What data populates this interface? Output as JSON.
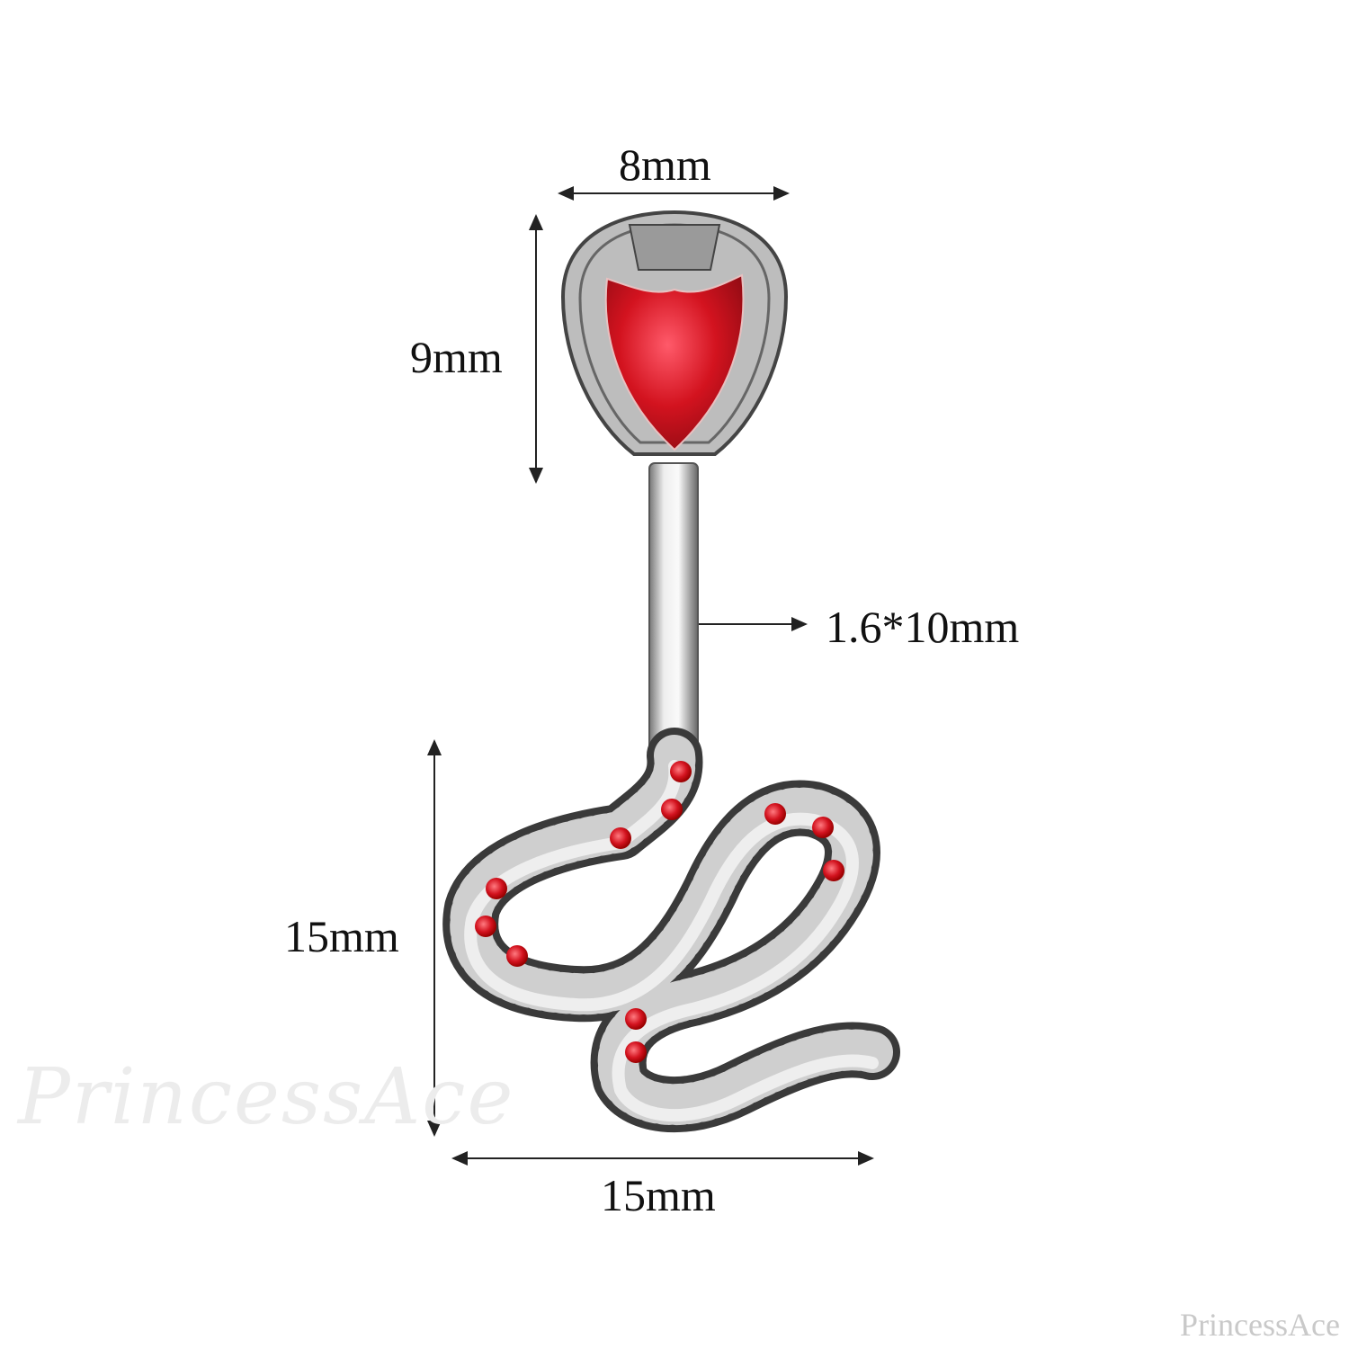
{
  "product": {
    "type": "snake belly button ring",
    "gem_color": "#d3131f",
    "metal_color": "#c8c8c8"
  },
  "dimensions": {
    "top_width": "8mm",
    "top_height": "9mm",
    "bar": "1.6*10mm",
    "charm_height": "15mm",
    "charm_width": "15mm"
  },
  "watermarks": {
    "script": "PrincessAce",
    "corner": "PrincessAce"
  }
}
